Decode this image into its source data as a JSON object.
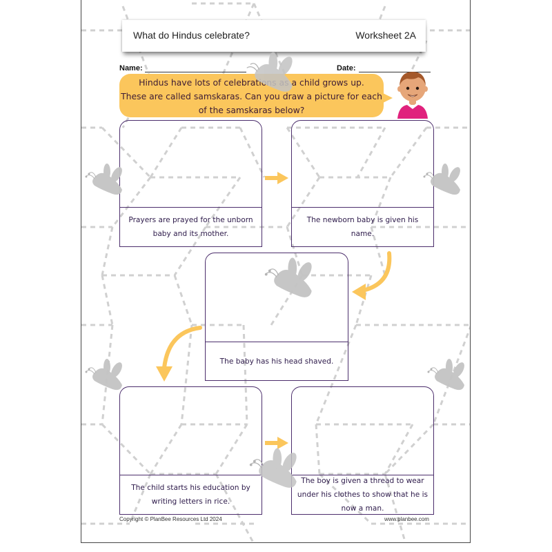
{
  "worksheet": {
    "title": "What do Hindus celebrate?",
    "code": "Worksheet 2A",
    "name_label": "Name:",
    "date_label": "Date:",
    "intro": {
      "line1": "Hindus have lots of celebrations as a child grows up.",
      "line2": "These are called samskaras. Can you draw a picture for each",
      "line3": "of the samskaras below?"
    },
    "samskaras": [
      {
        "caption_line1": "Prayers are prayed for the unborn",
        "caption_line2": "baby and its mother.",
        "caption_line3": ""
      },
      {
        "caption_line1": "The newborn baby is given his name.",
        "caption_line2": "",
        "caption_line3": ""
      },
      {
        "caption_line1": "The baby has his head shaved.",
        "caption_line2": "",
        "caption_line3": ""
      },
      {
        "caption_line1": "The child starts his education by",
        "caption_line2": "writing letters in rice.",
        "caption_line3": ""
      },
      {
        "caption_line1": "The boy is given a thread to wear",
        "caption_line2": "under his clothes to show that he is",
        "caption_line3": "now a man."
      }
    ],
    "footer": {
      "copyright": "Copyright © PlanBee Resources Ltd 2024",
      "website": "www.planbee.com"
    },
    "icons": {
      "character": "boy-character-icon",
      "mascot": "bee-icon",
      "arrow": "arrow-icon"
    },
    "colors": {
      "speech_bubble": "#fbc65c",
      "card_border": "#4b2d6b",
      "caption_text": "#2d1a4a",
      "arrow": "#fbc65c",
      "bee": "#c4c4c4",
      "grid": "#d0d0d0"
    }
  }
}
